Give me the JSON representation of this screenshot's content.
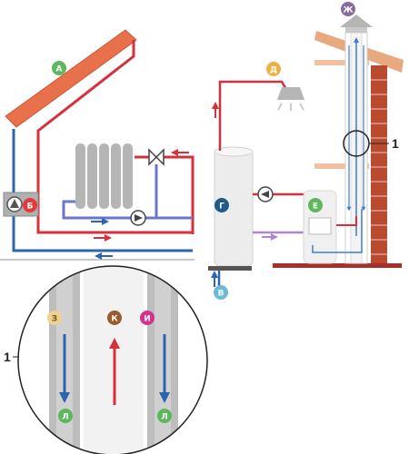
{
  "labels": {
    "a": "А",
    "b": "Б",
    "v": "В",
    "g": "Г",
    "d": "Д",
    "e": "Е",
    "zh": "Ж",
    "z": "З",
    "i": "И",
    "k": "К",
    "l_left": "Л",
    "l_right": "Л"
  },
  "callouts": {
    "detail_number_top": "1",
    "detail_number_bottom": "1"
  },
  "colors": {
    "hot_pipe": "#d8303a",
    "cold_pipe": "#2c64b0",
    "return_pipe": "#6a76c8",
    "purple_pipe": "#b084d0",
    "chimney_flow": "#3f7bd0",
    "brick": "#b84a30",
    "roof": "#e8a880",
    "panel": "#e8704a",
    "badge_a": "#5cb85c",
    "badge_b": "#e03a3a",
    "badge_v": "#6bb9d8",
    "badge_g": "#1f5a8a",
    "badge_d": "#f0b040",
    "badge_e": "#5cb85c",
    "badge_zh": "#8a6a9a",
    "badge_z": "#f0d090",
    "badge_i": "#d8308a",
    "badge_k": "#9a5a2a",
    "badge_l": "#5cb85c"
  }
}
